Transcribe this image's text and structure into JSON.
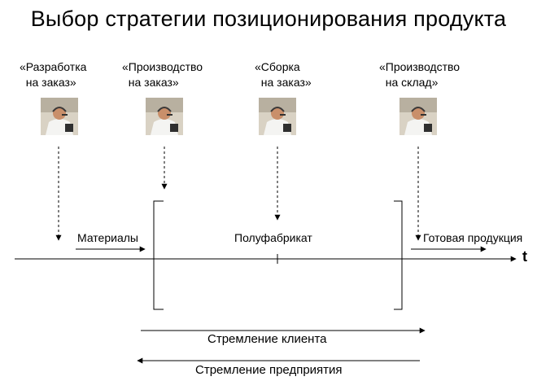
{
  "title": "Выбор стратегии позиционирования продукта",
  "strategies": [
    {
      "id": "eto",
      "label": "«Разработка\n  на заказ»"
    },
    {
      "id": "mto",
      "label": "«Производство\n  на заказ»"
    },
    {
      "id": "ato",
      "label": "«Сборка\n  на заказ»"
    },
    {
      "id": "mts",
      "label": "«Производство\n  на склад»"
    }
  ],
  "stages": {
    "materials": "Материалы",
    "semi": "Полуфабрикат",
    "finished": "Готовая продукция"
  },
  "axis_label": "t",
  "arrows": {
    "client": "Стремление клиента",
    "enterprise": "Стремление предприятия"
  },
  "icons": {
    "person": "person-with-headset-photo"
  }
}
